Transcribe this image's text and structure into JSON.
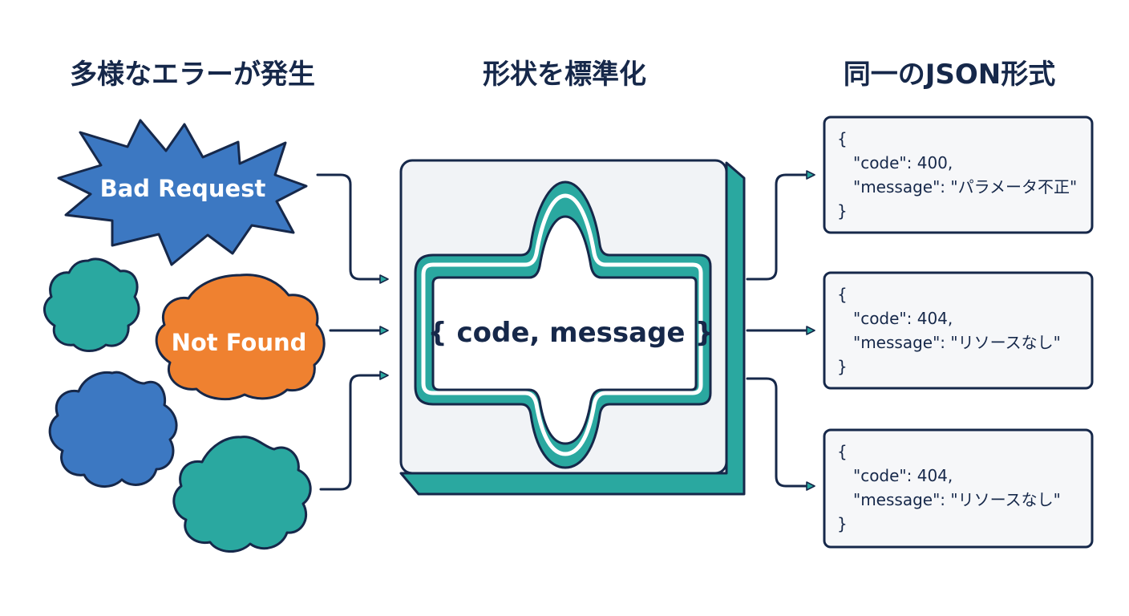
{
  "headings": {
    "sources": "多様なエラーが発生",
    "normalize": "形状を標準化",
    "output": "同一のJSON形式"
  },
  "sources": [
    {
      "label": "Bad Request",
      "shape": "starburst",
      "color": "#3c78c2"
    },
    {
      "label": "",
      "shape": "blob",
      "color": "#2aa8a0"
    },
    {
      "label": "Not Found",
      "shape": "blob",
      "color": "#ef8130"
    },
    {
      "label": "",
      "shape": "blob",
      "color": "#3c78c2"
    },
    {
      "label": "",
      "shape": "blob",
      "color": "#2aa8a0"
    }
  ],
  "normalizer": {
    "label": "{ code, message }"
  },
  "outputs": [
    {
      "open": "{",
      "code_line": "\"code\": 400,",
      "message_line": "\"message\": \"パラメータ不正\"",
      "close": "}"
    },
    {
      "open": "{",
      "code_line": "\"code\": 404,",
      "message_line": "\"message\": \"リソースなし\"",
      "close": "}"
    },
    {
      "open": "{",
      "code_line": "\"code\": 404,",
      "message_line": "\"message\": \"リソースなし\"",
      "close": "}"
    }
  ],
  "colors": {
    "outline": "#16284a",
    "teal": "#2aa8a0",
    "blue": "#3c78c2",
    "orange": "#ef8130",
    "panel": "#f1f3f6",
    "card": "#f6f7f9"
  }
}
